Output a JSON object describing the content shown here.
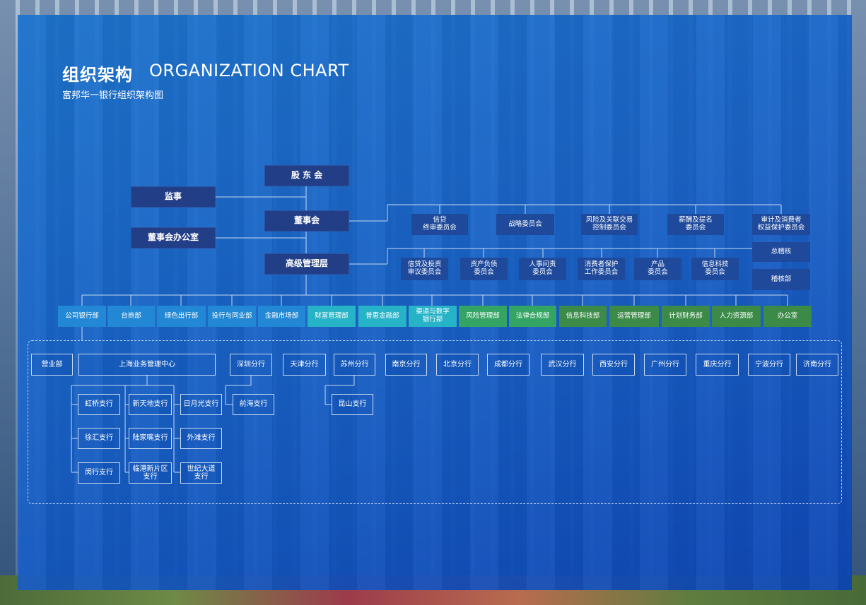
{
  "header": {
    "title_cn": "组织架构",
    "title_en": "ORGANIZATION CHART",
    "subtitle": "富邦华一银行组织架构图"
  },
  "governance": {
    "shareholders": "股 东 会",
    "supervisor": "监事",
    "board": "董事会",
    "board_office": "董事会办公室",
    "senior_mgmt": "高级管理层"
  },
  "board_committees": [
    "信贷\n终审委员会",
    "战略委员会",
    "风险及关联交易\n控制委员会",
    "薪酬及提名\n委员会",
    "审计及消费者\n权益保护委员会"
  ],
  "mgmt_committees": [
    "信贷及投资\n审议委员会",
    "资产负债\n委员会",
    "人事问责\n委员会",
    "消费者保护\n工作委员会",
    "产品\n委员会",
    "信息科技\n委员会"
  ],
  "audit": {
    "chief_auditor": "总稽核",
    "audit_dept": "稽核部"
  },
  "departments": [
    {
      "label": "公司银行部",
      "color": "#2287d4"
    },
    {
      "label": "台商部",
      "color": "#2287d4"
    },
    {
      "label": "绿色出行部",
      "color": "#2287d4"
    },
    {
      "label": "投行与同业部",
      "color": "#2287d4"
    },
    {
      "label": "金融市场部",
      "color": "#2287d4"
    },
    {
      "label": "财富管理部",
      "color": "#27b3c7"
    },
    {
      "label": "普惠金融部",
      "color": "#27b3c7"
    },
    {
      "label": "渠道与数字\n银行部",
      "color": "#27b3c7"
    },
    {
      "label": "风险管理部",
      "color": "#34a464"
    },
    {
      "label": "法律合规部",
      "color": "#34a464"
    },
    {
      "label": "信息科技部",
      "color": "#3b8a47"
    },
    {
      "label": "运营管理部",
      "color": "#3b8a47"
    },
    {
      "label": "计划财务部",
      "color": "#3b8a47"
    },
    {
      "label": "人力资源部",
      "color": "#3b8a47"
    },
    {
      "label": "办公室",
      "color": "#3b8a47"
    }
  ],
  "branches": {
    "business_dept": "营业部",
    "sh_center": "上海业务管理中心",
    "top": [
      "深圳分行",
      "天津分行",
      "苏州分行",
      "南京分行",
      "北京分行",
      "成都分行",
      "武汉分行",
      "西安分行",
      "广州分行",
      "重庆分行",
      "宁波分行",
      "济南分行"
    ],
    "sh_subs": [
      "虹桥支行",
      "新天地支行",
      "日月光支行",
      "徐汇支行",
      "陆家嘴支行",
      "外滩支行",
      "闵行支行",
      "临港新片区\n支行",
      "世纪大道\n支行"
    ],
    "qianhai": "前海支行",
    "kunshan": "昆山支行"
  }
}
